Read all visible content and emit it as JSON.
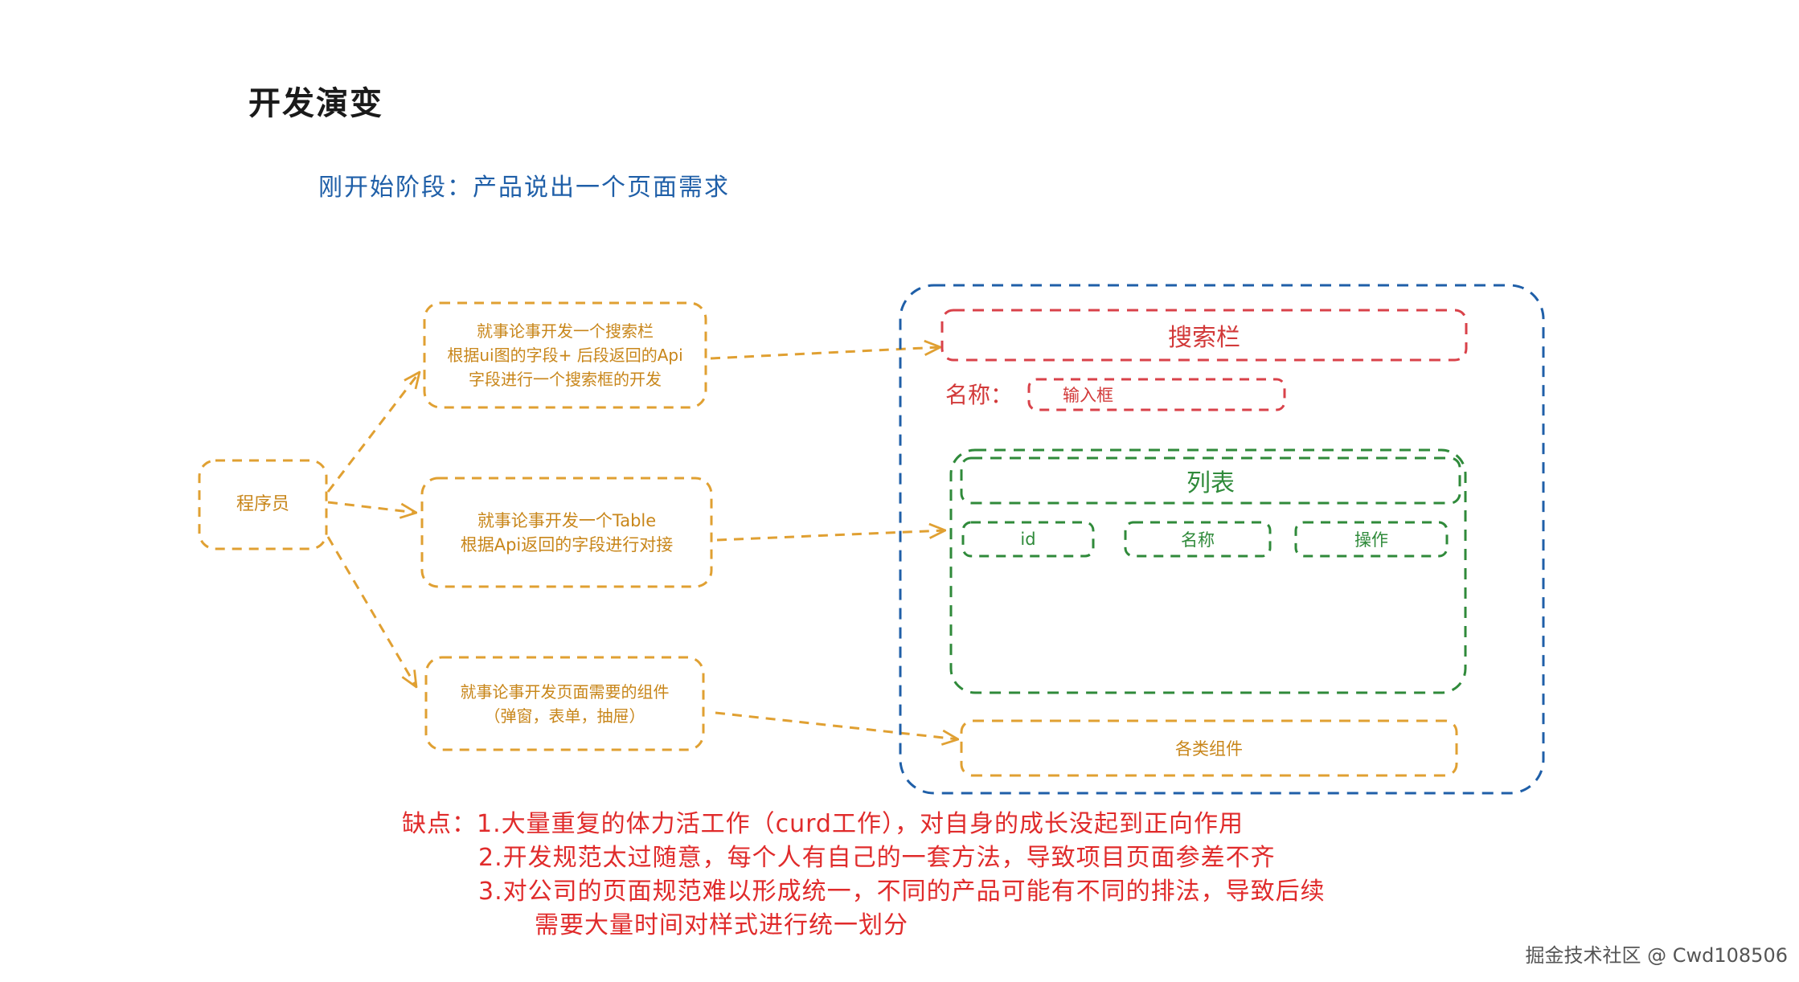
{
  "title": "开发演变",
  "subtitle": "刚开始阶段：产品说出一个页面需求",
  "programmer": "程序员",
  "task_search": {
    "line1": "就事论事开发一个搜索栏",
    "line2": "根据ui图的字段+ 后段返回的Api",
    "line3": "字段进行一个搜索框的开发"
  },
  "task_table": {
    "line1": "就事论事开发一个Table",
    "line2": "根据Api返回的字段进行对接"
  },
  "task_components": {
    "line1": "就事论事开发页面需要的组件",
    "line2": "（弹窗，表单，抽屉）"
  },
  "page": {
    "search_bar": "搜索栏",
    "name_label": "名称：",
    "input_box": "输入框",
    "list_title": "列表",
    "columns": [
      "id",
      "名称",
      "操作"
    ],
    "components": "各类组件"
  },
  "cons": {
    "line1": "缺点：1.大量重复的体力活工作（curd工作），对自身的成长没起到正向作用",
    "line2": "2.开发规范太过随意，每个人有自己的一套方法，导致项目页面参差不齐",
    "line3": "3.对公司的页面规范难以形成统一，不同的产品可能有不同的排法，导致后续",
    "line4": "需要大量时间对样式进行统一划分"
  },
  "watermark": "掘金技术社区 @ Cwd108506",
  "colors": {
    "orange": "#e0a032",
    "blue": "#1f5fa8",
    "red": "#d9424a",
    "green": "#2f8a3a",
    "cons_red": "#e02b2b"
  }
}
